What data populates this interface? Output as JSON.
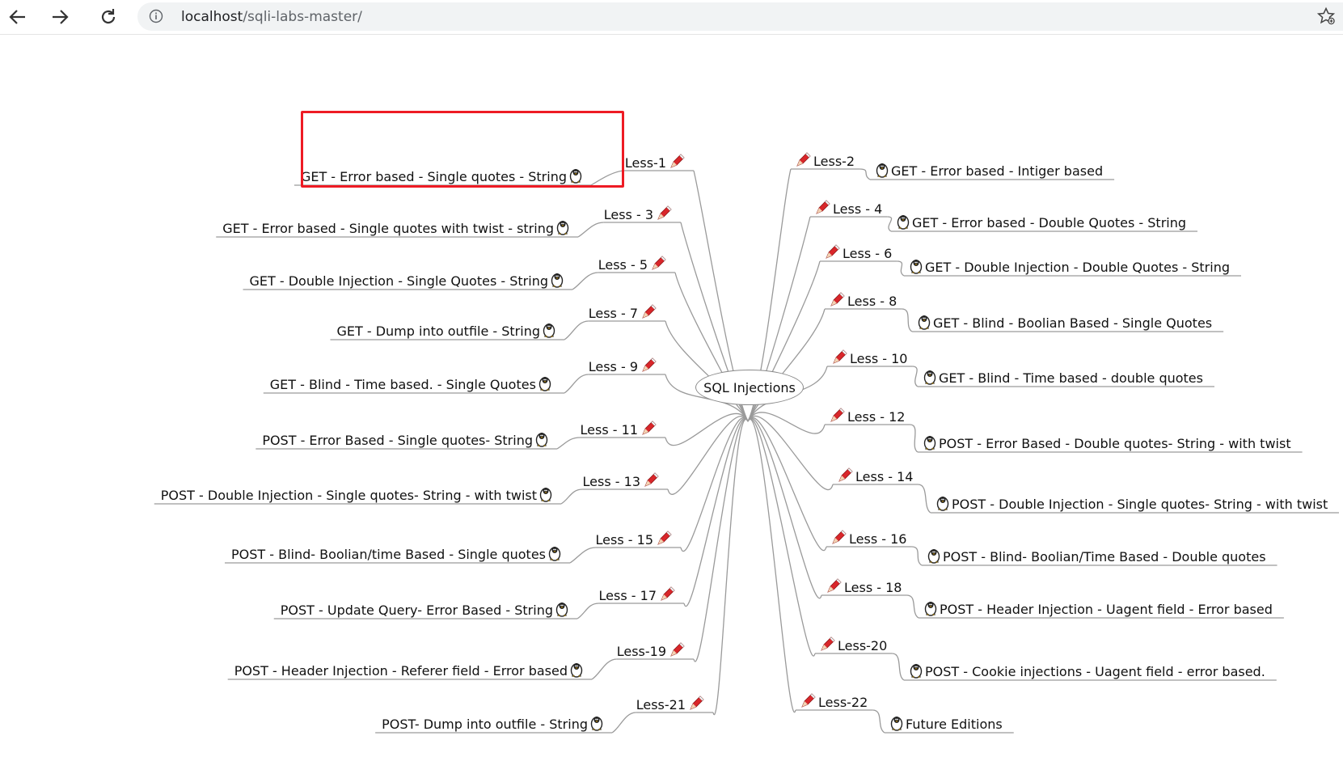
{
  "browser": {
    "url_host": "localhost",
    "url_path": "/sqli-labs-master/",
    "icons": [
      "back-arrow-icon",
      "forward-arrow-icon",
      "reload-icon",
      "info-icon",
      "bookmark-star-icon"
    ]
  },
  "mindmap": {
    "center": "SQL Injections",
    "left_branches": [
      {
        "lesson": "Less-1",
        "title": "GET - Error based - Single quotes - String"
      },
      {
        "lesson": "Less - 3",
        "title": "GET - Error based - Single quotes with twist - string"
      },
      {
        "lesson": "Less - 5",
        "title": "GET - Double Injection - Single Quotes - String"
      },
      {
        "lesson": "Less - 7",
        "title": "GET - Dump into outfile - String"
      },
      {
        "lesson": "Less - 9",
        "title": "GET - Blind - Time based. -  Single Quotes"
      },
      {
        "lesson": "Less - 11",
        "title": "POST - Error Based - Single quotes- String"
      },
      {
        "lesson": "Less - 13",
        "title": "POST - Double Injection - Single quotes- String - with twist"
      },
      {
        "lesson": "Less - 15",
        "title": "POST - Blind- Boolian/time Based - Single quotes"
      },
      {
        "lesson": "Less - 17",
        "title": "POST - Update Query- Error Based - String"
      },
      {
        "lesson": "Less-19",
        "title": "POST - Header Injection - Referer field - Error based"
      },
      {
        "lesson": "Less-21",
        "title": "POST- Dump into outfile - String"
      }
    ],
    "right_branches": [
      {
        "lesson": "Less-2",
        "title": "GET - Error based - Intiger based"
      },
      {
        "lesson": "Less - 4",
        "title": "GET - Error based - Double Quotes - String"
      },
      {
        "lesson": "Less - 6",
        "title": "GET - Double Injection - Double Quotes - String"
      },
      {
        "lesson": "Less - 8",
        "title": "GET - Blind - Boolian Based - Single Quotes"
      },
      {
        "lesson": "Less - 10",
        "title": "GET - Blind - Time based - double quotes"
      },
      {
        "lesson": "Less - 12",
        "title": "POST - Error Based - Double quotes- String - with twist"
      },
      {
        "lesson": "Less - 14",
        "title": "POST - Double Injection - Single quotes- String - with twist"
      },
      {
        "lesson": "Less - 16",
        "title": "POST - Blind- Boolian/Time Based - Double quotes"
      },
      {
        "lesson": "Less - 18",
        "title": "POST - Header Injection - Uagent field - Error based"
      },
      {
        "lesson": "Less-20",
        "title": "POST - Cookie injections - Uagent field - error based."
      },
      {
        "lesson": "Less-22",
        "title": "Future Editions"
      }
    ],
    "node_icons": {
      "lesson": "red-pencil-icon",
      "title": "penguin-icon"
    },
    "highlight_color": "#ee1b24"
  }
}
